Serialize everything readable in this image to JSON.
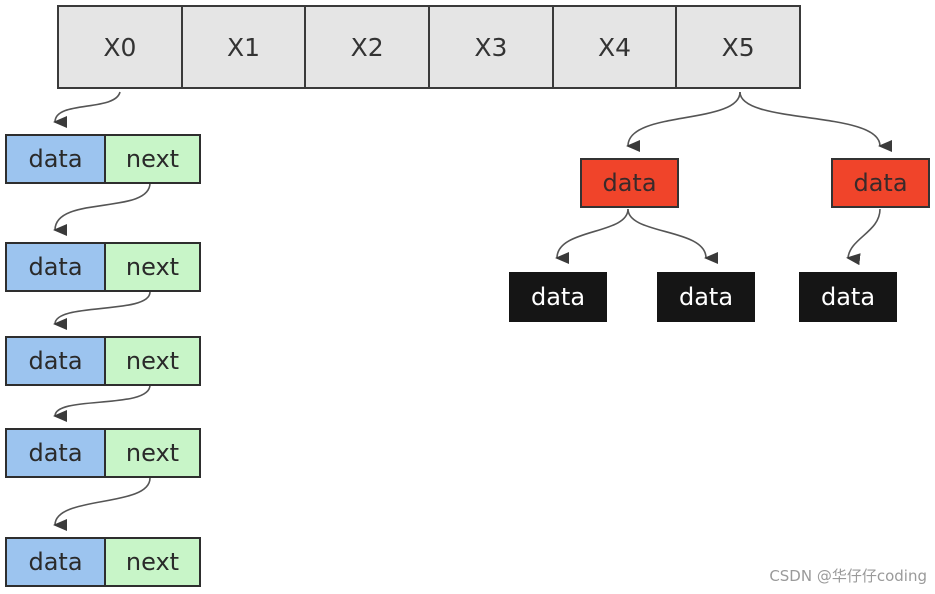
{
  "hash_table": {
    "buckets": [
      "X0",
      "X1",
      "X2",
      "X3",
      "X4",
      "X5"
    ]
  },
  "linked_list": {
    "data_label": "data",
    "next_label": "next",
    "node_count": 5
  },
  "tree": {
    "data_label": "data",
    "red_color": "#f0442a",
    "black_color": "#151515"
  },
  "colors": {
    "bucket_fill": "#e5e5e5",
    "data_fill": "#9cc4ef",
    "next_fill": "#c8f5c8"
  },
  "watermark": "CSDN @华仔仔coding"
}
